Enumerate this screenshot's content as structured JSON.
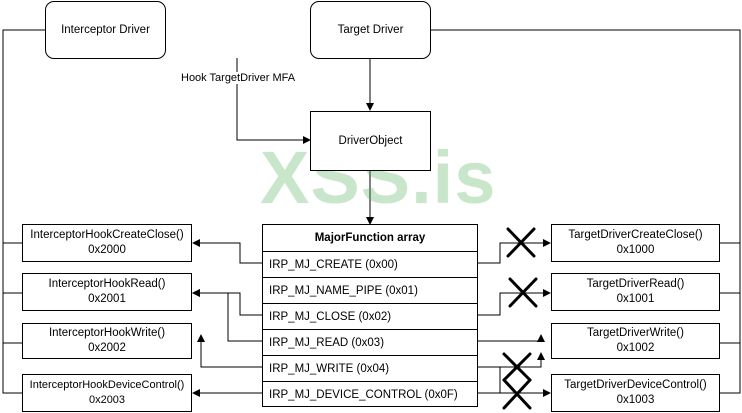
{
  "nodes": {
    "interceptor_driver": "Interceptor Driver",
    "target_driver": "Target Driver",
    "driver_object": "DriverObject"
  },
  "edge_label": "Hook TargetDriver MFA",
  "major_function": {
    "title": "MajorFunction array",
    "rows": [
      "IRP_MJ_CREATE (0x00)",
      "IRP_MJ_NAME_PIPE (0x01)",
      "IRP_MJ_CLOSE (0x02)",
      "IRP_MJ_READ (0x03)",
      "IRP_MJ_WRITE (0x04)",
      "IRP_MJ_DEVICE_CONTROL (0x0F)"
    ]
  },
  "interceptor_hooks": [
    {
      "name": "InterceptorHookCreateClose()",
      "addr": "0x2000"
    },
    {
      "name": "InterceptorHookRead()",
      "addr": "0x2001"
    },
    {
      "name": "InterceptorHookWrite()",
      "addr": "0x2002"
    },
    {
      "name": "InterceptorHookDeviceControl()",
      "addr": "0x2003"
    }
  ],
  "target_functions": [
    {
      "name": "TargetDriverCreateClose()",
      "addr": "0x1000"
    },
    {
      "name": "TargetDriverRead()",
      "addr": "0x1001"
    },
    {
      "name": "TargetDriverWrite()",
      "addr": "0x1002"
    },
    {
      "name": "TargetDriverDeviceControl()",
      "addr": "0x1003"
    }
  ],
  "watermark": "XSS.is"
}
